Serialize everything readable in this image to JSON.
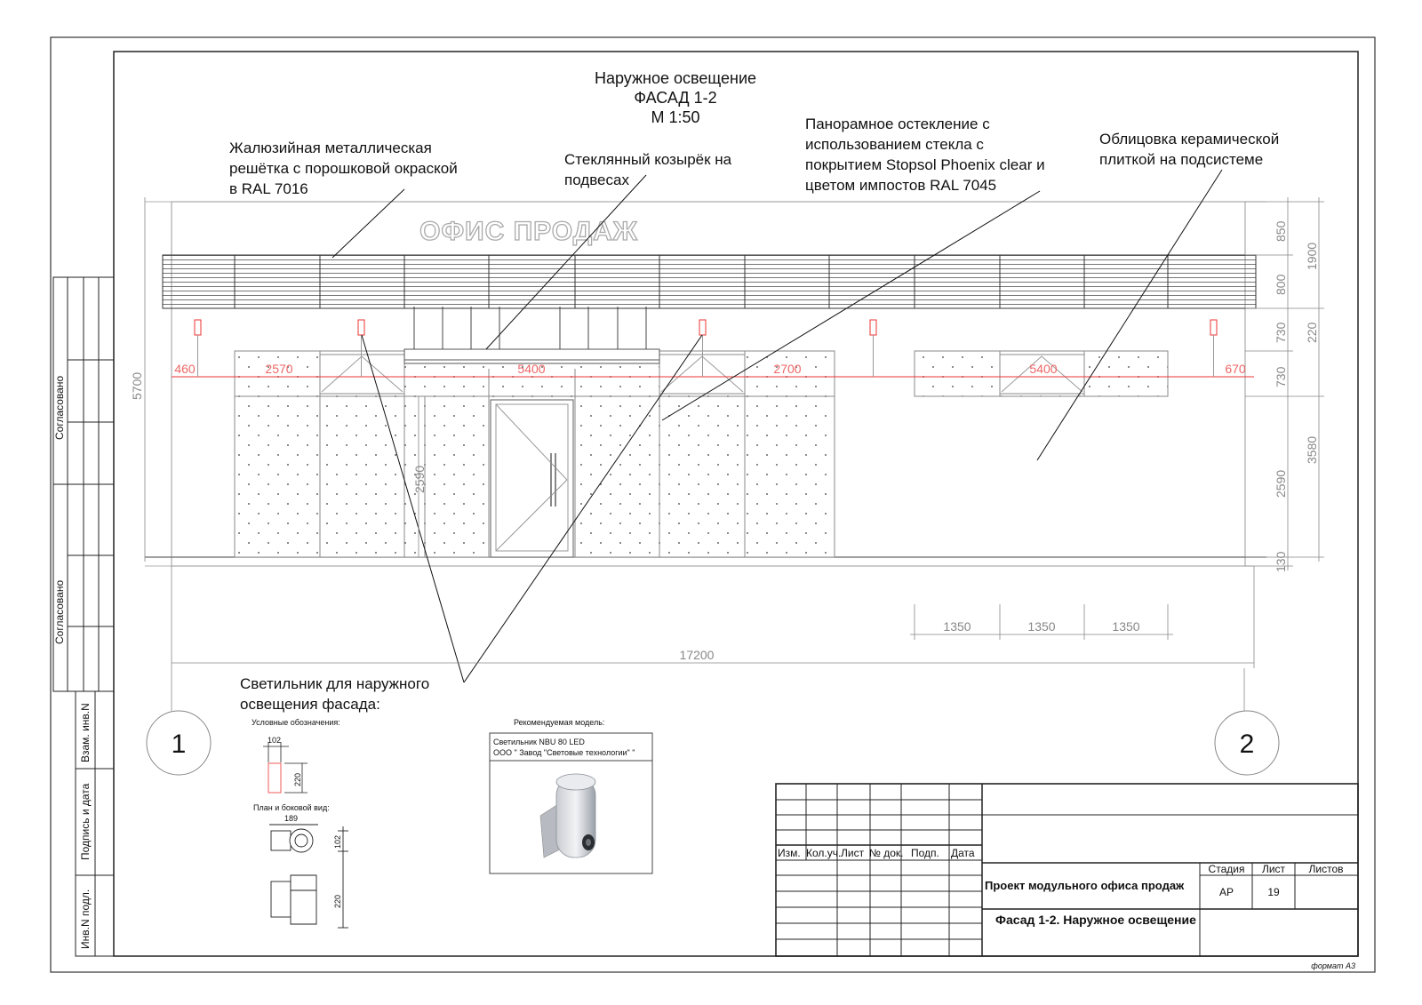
{
  "title": {
    "line1": "Наружное освещение",
    "line2": "ФАСАД 1-2",
    "line3": "М 1:50"
  },
  "signage": "ОФИС ПРОДАЖ",
  "annotations": {
    "grille": [
      "Жалюзийная металлическая",
      "решётка с порошковой окраской",
      "в RAL 7016"
    ],
    "canopy": [
      "Стеклянный козырёк на",
      "подвесах"
    ],
    "glazing": [
      "Панорамное остекление с",
      "использованием стекла с",
      "покрытием Stopsol Phoenix clear и",
      "цветом импостов RAL 7045"
    ],
    "cladding": [
      "Облицовка керамической",
      "плиткой на подсистеме"
    ],
    "lamp": [
      "Светильник для наружного",
      "освещения фасада:"
    ]
  },
  "dimensions": {
    "h_red": [
      "460",
      "2570",
      "5400",
      "2700",
      "5400",
      "670"
    ],
    "bottom": [
      "1350",
      "1350",
      "1350"
    ],
    "total": "17200",
    "left_height": "5700",
    "door_height": "2590",
    "right_inner": [
      "850",
      "800",
      "730",
      "730",
      "2590",
      "130"
    ],
    "right_outer": [
      "1900",
      "220",
      "3580"
    ]
  },
  "axes": [
    "1",
    "2"
  ],
  "legend": {
    "title": "Условные обозначения:",
    "w": "102",
    "h": "220",
    "view_title": "План и боковой вид:",
    "view_w": "189",
    "view_h1": "102",
    "view_h2": "220"
  },
  "model": {
    "title": "Рекомендуемая модель:",
    "line1": "Светильник NBU 80 LED",
    "line2": "ООО \" Завод \"Световые технологии\" \""
  },
  "side_stamp": {
    "agreed1": "Согласовано",
    "agreed2": "Согласовано",
    "vzam": "Взам. инв.N",
    "sign": "Подпись и дата",
    "inv": "Инв.N подл."
  },
  "titleblock": {
    "cols": [
      "Изм.",
      "Кол.уч.",
      "Лист",
      "№ док.",
      "Подп.",
      "Дата"
    ],
    "stage_label": "Стадия",
    "sheet_label": "Лист",
    "sheets_label": "Листов",
    "stage": "АР",
    "sheet": "19",
    "project": "Проект модульного офиса продаж",
    "drawing": "Фасад 1-2. Наружное освещение"
  },
  "format": "формат А3",
  "colors": {
    "dim_red": "#e33",
    "line": "#222",
    "grey": "#999"
  }
}
